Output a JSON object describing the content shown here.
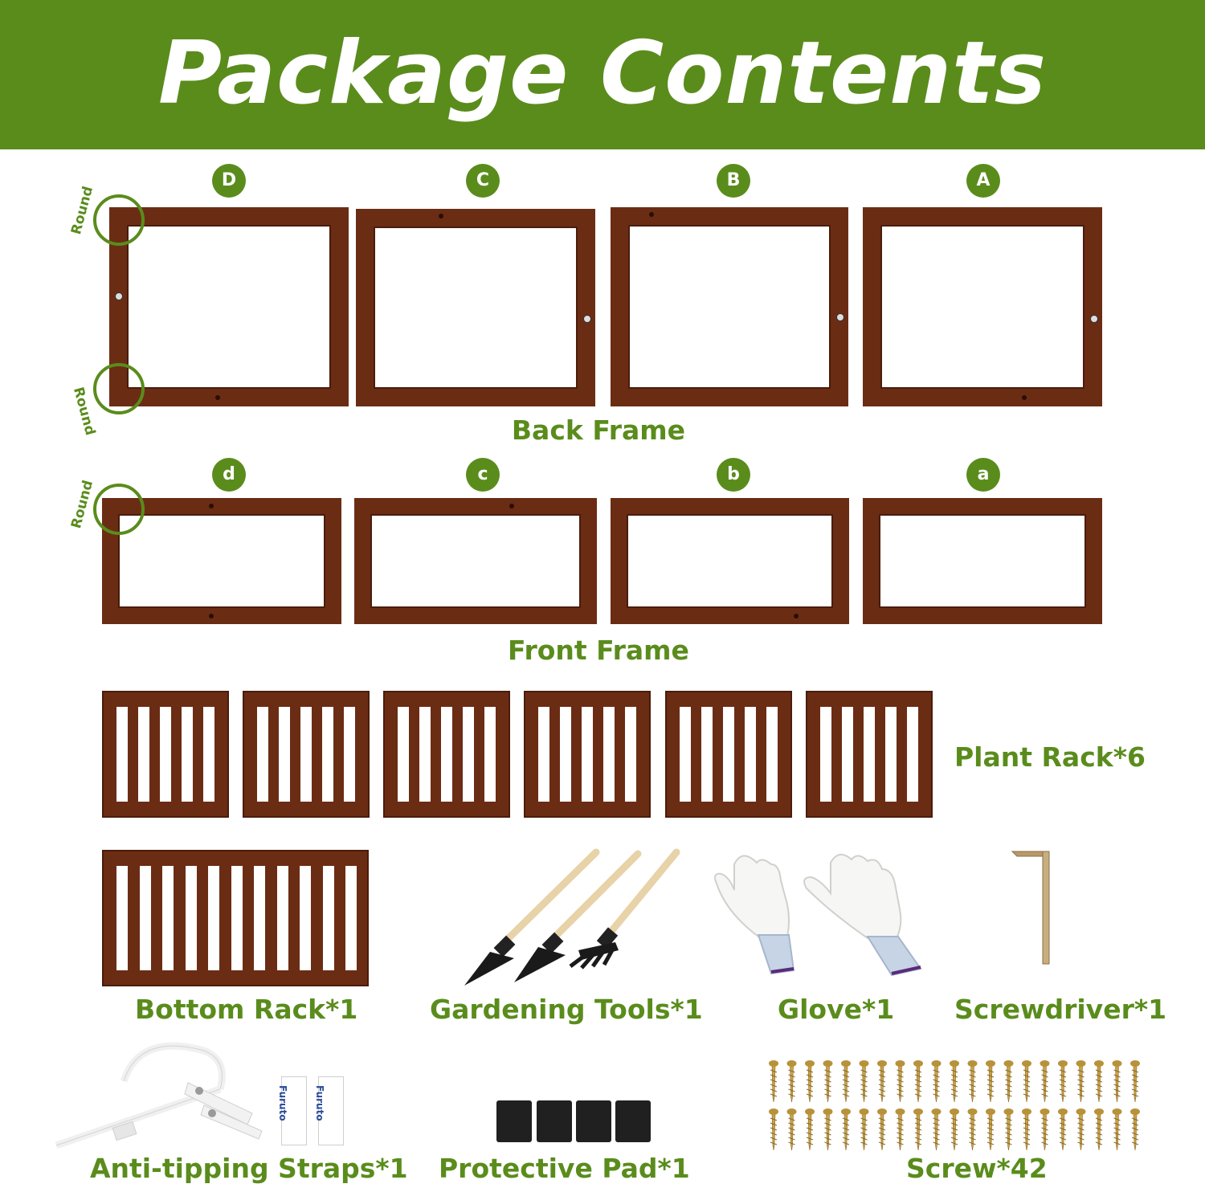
{
  "banner": {
    "title": "Package Contents"
  },
  "back_frame": {
    "label": "Back Frame",
    "badges": [
      "D",
      "C",
      "B",
      "A"
    ]
  },
  "front_frame": {
    "label": "Front Frame",
    "badges": [
      "d",
      "c",
      "b",
      "a"
    ]
  },
  "round_text": "Round",
  "plant_rack": {
    "label": "Plant Rack*6"
  },
  "items": {
    "bottom_rack": "Bottom Rack*1",
    "gardening_tools": "Gardening Tools*1",
    "glove": "Glove*1",
    "screwdriver": "Screwdriver*1",
    "anti_tipping_straps": "Anti-tipping Straps*1",
    "protective_pad": "Protective Pad*1",
    "screw": "Screw*42"
  },
  "tape_brand": "Furuto",
  "colors": {
    "accent": "#5a8c1c",
    "wood": "#6b2c14",
    "banner_text": "#ffffff"
  },
  "icons": [
    "round-marker-icon",
    "frame-icon",
    "rack-icon",
    "trowel-icon",
    "rake-icon",
    "glove-icon",
    "hex-key-icon",
    "strap-icon",
    "pad-icon",
    "screw-icon"
  ]
}
